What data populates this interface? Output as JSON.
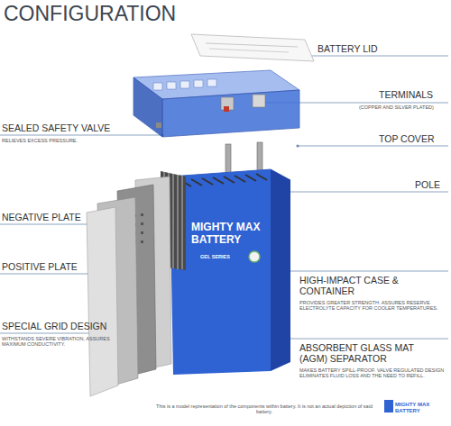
{
  "diagram": {
    "title": "CONFIGURATION",
    "caption": "This is a model representation of the components within battery. It is not an actual depiction of said battery.",
    "labels": [
      "BATTERY LID",
      "TERMINALS",
      "(COPPER AND SILVER PLATED)",
      "TOP COVER",
      "POLE",
      "SEALED SAFETY VALVE",
      "RELIEVES EXCESS PRESSURE.",
      "NEGATIVE PLATE",
      "POSITIVE PLATE",
      "SPECIAL GRID DESIGN",
      "WITHSTANDS SEVERE VIBRATION, ASSURES MAXIMUM CONDUCTIVITY.",
      "HIGH-IMPACT CASE & CONTAINER",
      "PROVIDES GREATER STRENGTH. ASSURES RESERVE ELECTROLYTE CAPACITY FOR COOLER TEMPERATURES.",
      "ABSORBENT GLASS MAT (AGM) SEPARATOR",
      "MAKES BATTERY SPILL-PROOF. VALVE REGULATED DESIGN ELIMINATES FLUID LOSS AND THE NEED TO REFILL.",
      "MIGHTY MAX",
      "BATTERY",
      "GEL SERIES",
      "MIGHTY MAX BATTERY"
    ]
  }
}
